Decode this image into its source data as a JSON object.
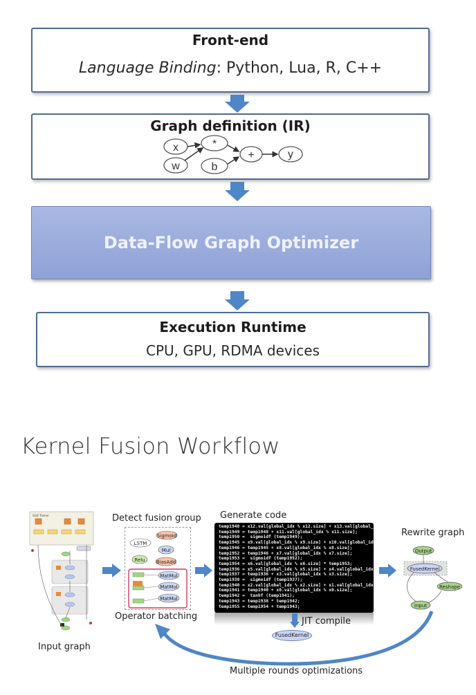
{
  "frontend": {
    "title": "Front-end",
    "binding_label": "Language Binding",
    "binding_langs": ": Python, Lua, R, C++"
  },
  "graph_def": {
    "title": "Graph definition (IR)",
    "nodes": [
      "x",
      "w",
      "*",
      "b",
      "+",
      "y"
    ]
  },
  "optimizer": {
    "title": "Data-Flow Graph Optimizer"
  },
  "runtime": {
    "title": "Execution Runtime",
    "devices": "CPU, GPU, RDMA devices"
  },
  "workflow": {
    "heading": "Kernel Fusion Workflow",
    "input_graph": "Input graph",
    "detect": "Detect fusion group",
    "batching": "Operator batching",
    "generate": "Generate code",
    "jit": "JIT compile",
    "fused_kernel": "FusedKernel",
    "rewrite": "Rewrite graph",
    "rounds": "Multiple rounds optimizations",
    "fusion_nodes": [
      "LSTM",
      "Sigmoid",
      "Mul",
      "Relu",
      "BiasAdd",
      "MatMul",
      "MatMul",
      "MatMul"
    ],
    "rewrite_nodes": [
      "Output",
      "FusedKernel",
      "Reshape",
      "Input"
    ],
    "code_lines": [
      "temp1948 = x12.val[global_idx % x12.size] + x13.val[global_",
      "temp1949 = temp1948 + x11.val[global_idx % x11.size];",
      "temp1950 =  sigmoidf (temp1949);",
      "temp1945 = x9.val[global_idx % x9.size] + x10.val[global_idx",
      "temp1946 = temp1945 + x8.val[global_idx % x8.size];",
      "temp1952 = temp1946 + x7.val[global_idx % x7.size];",
      "temp1953 =  sigmoidf (temp1952);",
      "temp1954 = x6.val[global_idx % x6.size] * temp1953;",
      "temp1936 = x5.val[global_idx % x5.size] + x4.val[global_idx",
      "temp1937 = temp1936 + x3.val[global_idx % x3.size];",
      "temp1938 =  sigmoidf (temp1937);",
      "temp1940 = x2.val[global_idx % x2.size] + x1.val[global_idx",
      "temp1941 = temp1940 + x0.val[global_idx % x0.size];",
      "temp1942 =  tanhf (temp1941);",
      "temp1943 = temp1938 * temp1942;",
      "temp1955 = temp1954 + temp1943;"
    ]
  },
  "colors": {
    "box_border": "#4e6a8e",
    "arrow": "#4f86c6",
    "optimizer_fill": "#9aabdc",
    "code_bg": "#000000"
  }
}
